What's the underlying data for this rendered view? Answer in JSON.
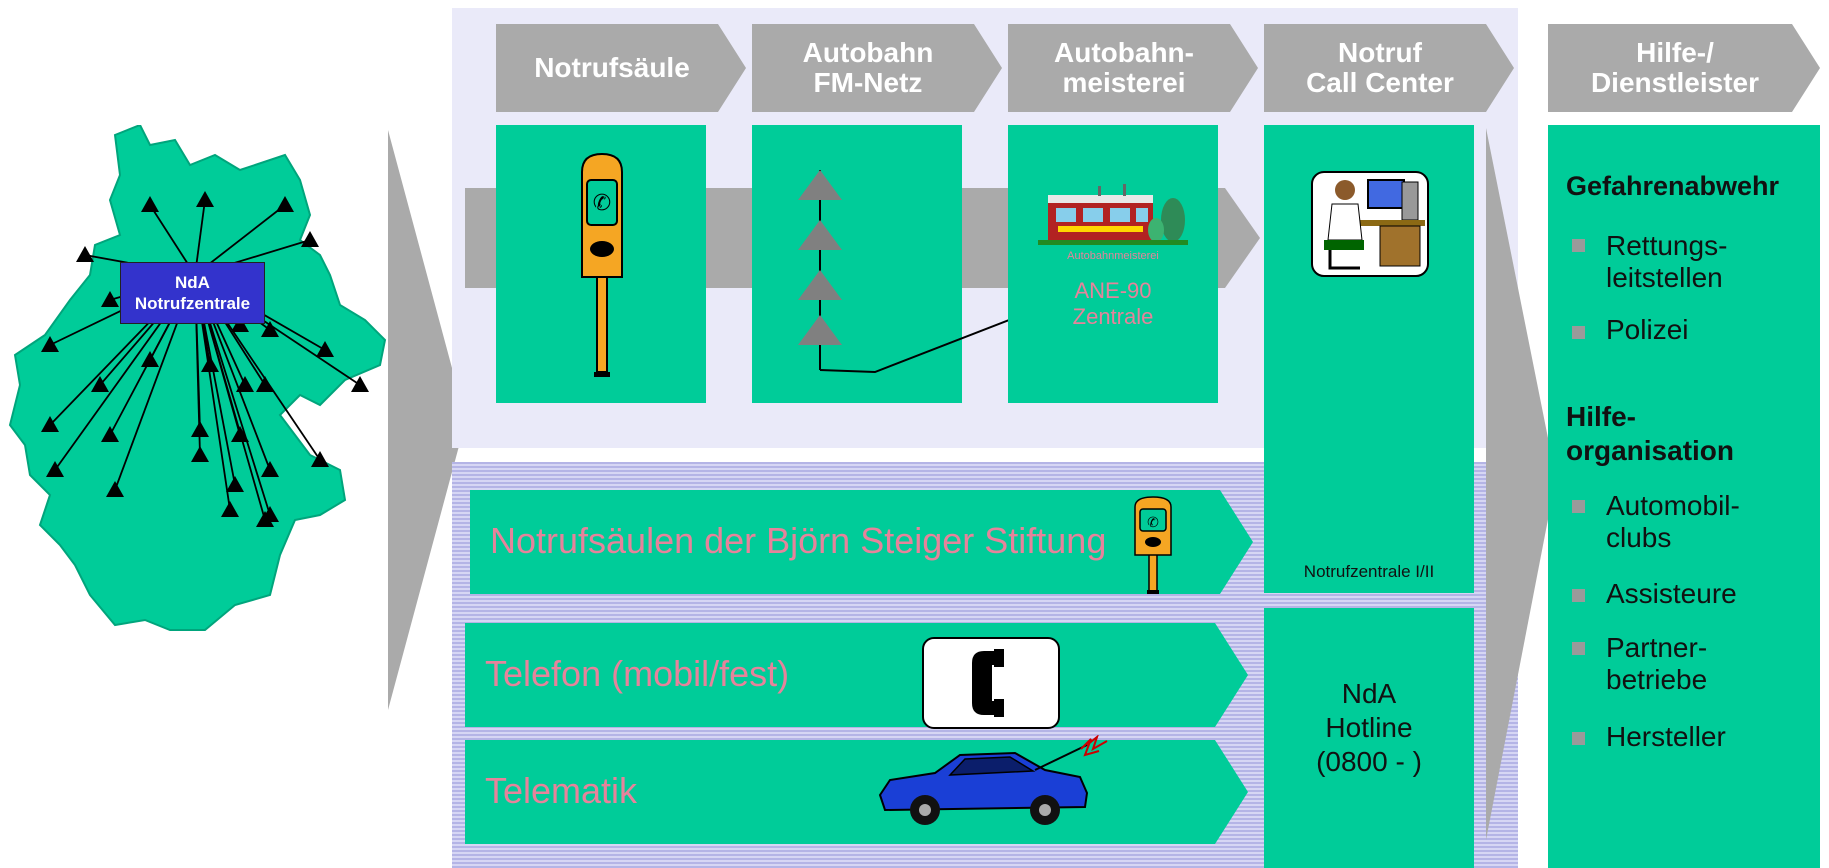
{
  "colors": {
    "green": "#00cc99",
    "gray": "#aaaaaa",
    "panel_top": "#eaeaf9",
    "center_box": "#3333cc",
    "faded_text": "#e6839b"
  },
  "map": {
    "center_label": "NdA\nNotrufzentrale"
  },
  "headers": [
    "Notrufsäule",
    "Autobahn\nFM-Netz",
    "Autobahn-\nmeisterei",
    "Notruf\nCall Center",
    "Hilfe-/\nDienstleister"
  ],
  "meisterei": {
    "building_label": "Autobahnmeisterei",
    "zentrale_label": "ANE-90\nZentrale"
  },
  "call_center": {
    "label": "Notrufzentrale I/II"
  },
  "rows": [
    "Notrufsäulen der Björn Steiger Stiftung",
    "Telefon (mobil/fest)",
    "Telematik"
  ],
  "hotline": {
    "label": "NdA\nHotline\n(0800 - )"
  },
  "side": {
    "group1_title": "Gefahrenabwehr",
    "group1_items": [
      "Rettungs-\nleitstellen",
      "Polizei"
    ],
    "group2_title": "Hilfe-\norganisation",
    "group2_items": [
      "Automobil-\nclubs",
      "Assisteure",
      "Partner-\nbetriebe",
      "Hersteller"
    ]
  },
  "icons": [
    "germany-map",
    "emergency-pillar-icon",
    "antenna-triangles-icon",
    "building-icon",
    "operator-icon",
    "phone-icon",
    "car-icon"
  ]
}
